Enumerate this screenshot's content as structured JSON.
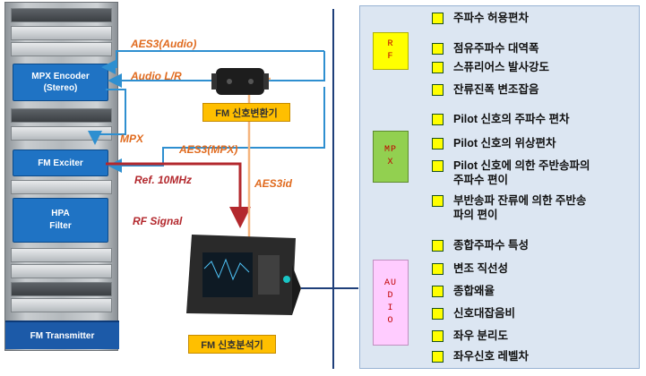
{
  "transmitter": {
    "modules": {
      "mpx_encoder": "MPX Encoder\n(Stereo)",
      "fm_exciter": "FM Exciter",
      "hpa_filter": "HPA\nFilter"
    },
    "label": "FM Transmitter"
  },
  "connections": {
    "aes3_audio": "AES3(Audio)",
    "audio_lr": "Audio L/R",
    "mpx": "MPX",
    "aes3_mpx": "AES3(MPX)",
    "ref_10mhz": "Ref. 10MHz",
    "aes3id": "AES3id",
    "rf_signal": "RF Signal"
  },
  "devices": {
    "converter_label": "FM 신호변환기",
    "analyzer_label": "FM 신호분석기"
  },
  "categories": [
    {
      "name": "R\nF",
      "color": "#ffff00",
      "items": [
        "주파수 허용편차",
        "점유주파수 대역폭",
        "스퓨리어스 발사강도",
        "잔류진폭 변조잡음"
      ]
    },
    {
      "name": "MP\nX",
      "color": "#92d050",
      "items": [
        "Pilot 신호의 주파수 편차",
        "Pilot 신호의 위상편차",
        "Pilot 신호에 의한 주반송파의\n주파수 편이",
        "부반송파 잔류에 의한 주반송\n파의 편이"
      ]
    },
    {
      "name": "AU\nD\nI\nO",
      "color": "#ffccff",
      "items": [
        "종합주파수 특성",
        "변조 직선성",
        "종합왜율",
        "신호대잡음비",
        "좌우 분리도",
        "좌우신호 레벨차"
      ]
    }
  ],
  "colors": {
    "blue_link": "#2e8fd0",
    "orange_link": "#f5b47d",
    "red_link": "#b3282d",
    "panel_bg": "#dce6f2"
  }
}
